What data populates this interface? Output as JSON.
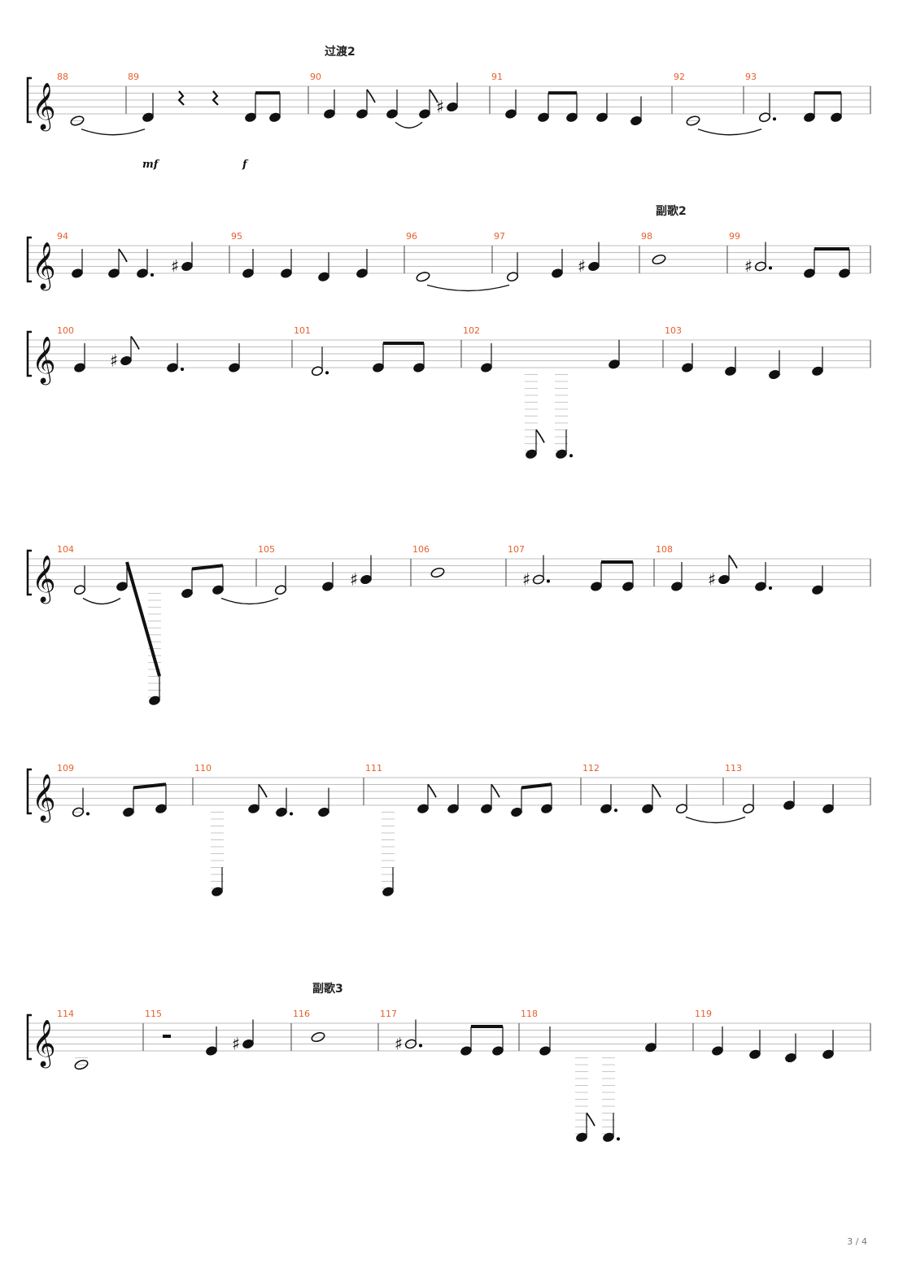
{
  "score": {
    "page_number": "3 / 4",
    "clef": "treble-clef",
    "systems": [
      {
        "section": "过渡2",
        "dynamics": [
          "mf",
          "f"
        ],
        "measures": [
          "88",
          "89",
          "90",
          "91",
          "92",
          "93"
        ]
      },
      {
        "section": "副歌2",
        "dynamics": [],
        "measures": [
          "94",
          "95",
          "96",
          "97",
          "98",
          "99"
        ]
      },
      {
        "section": "",
        "dynamics": [],
        "measures": [
          "100",
          "101",
          "102",
          "103"
        ]
      },
      {
        "section": "",
        "dynamics": [],
        "measures": [
          "104",
          "105",
          "106",
          "107",
          "108"
        ]
      },
      {
        "section": "",
        "dynamics": [],
        "measures": [
          "109",
          "110",
          "111",
          "112",
          "113"
        ]
      },
      {
        "section": "副歌3",
        "dynamics": [],
        "measures": [
          "114",
          "115",
          "116",
          "117",
          "118",
          "119"
        ]
      }
    ]
  }
}
